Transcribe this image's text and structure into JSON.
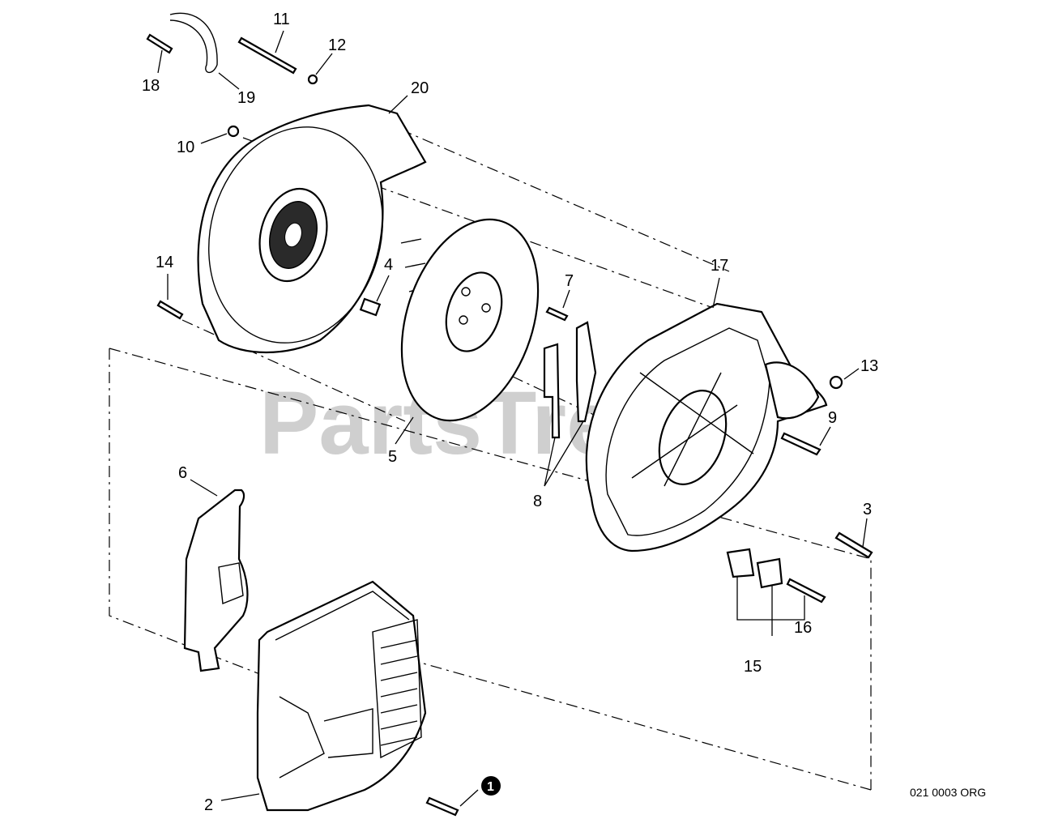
{
  "watermark": "PartsTree",
  "drawing_code": "021 0003 ORG",
  "callouts": {
    "c1": "1",
    "c2": "2",
    "c3": "3",
    "c4": "4",
    "c5": "5",
    "c6": "6",
    "c7": "7",
    "c8": "8",
    "c9": "9",
    "c10": "10",
    "c11": "11",
    "c12": "12",
    "c13": "13",
    "c14": "14",
    "c15": "15",
    "c16": "16",
    "c17": "17",
    "c18": "18",
    "c19": "19",
    "c20": "20"
  }
}
